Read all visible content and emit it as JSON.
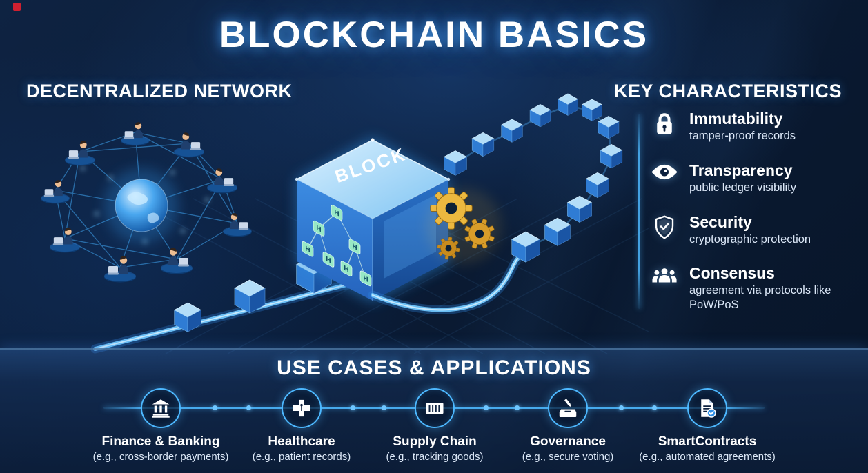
{
  "title": "BLOCKCHAIN BASICS",
  "network": {
    "heading": "DECENTRALIZED NETWORK"
  },
  "block": {
    "label": "BLOCK",
    "hash_label": "H"
  },
  "characteristics": {
    "heading": "KEY CHARACTERISTICS",
    "items": [
      {
        "title": "Immutability",
        "desc": "tamper-proof records",
        "icon": "lock-icon"
      },
      {
        "title": "Transparency",
        "desc": "public ledger visibility",
        "icon": "eye-icon"
      },
      {
        "title": "Security",
        "desc": "cryptographic protection",
        "icon": "shield-check-icon"
      },
      {
        "title": "Consensus",
        "desc": "agreement via protocols like PoW/PoS",
        "icon": "people-icon"
      }
    ]
  },
  "use_cases": {
    "heading": "USE CASES & APPLICATIONS",
    "items": [
      {
        "title": "Finance & Banking",
        "desc": "(e.g., cross-border payments)",
        "icon": "bank-icon"
      },
      {
        "title": "Healthcare",
        "desc": "(e.g., patient records)",
        "icon": "medical-cross-icon"
      },
      {
        "title": "Supply Chain",
        "desc": "(e.g., tracking goods)",
        "icon": "container-icon"
      },
      {
        "title": "Governance",
        "desc": "(e.g., secure voting)",
        "icon": "ballot-box-icon"
      },
      {
        "title": "SmartContracts",
        "desc": "(e.g., automated agreements)",
        "icon": "contract-icon"
      }
    ]
  },
  "colors": {
    "background": "#0a1b35",
    "accent_blue": "#4db8ff",
    "glow_blue": "#2d8fe0",
    "cube_blue": "#2f7cd4",
    "gear_gold": "#e2a93b",
    "hash_node_teal": "#97e8c5",
    "text_primary": "#ffffff",
    "text_secondary": "#dbe7f7",
    "marker_red": "#cf2030"
  }
}
